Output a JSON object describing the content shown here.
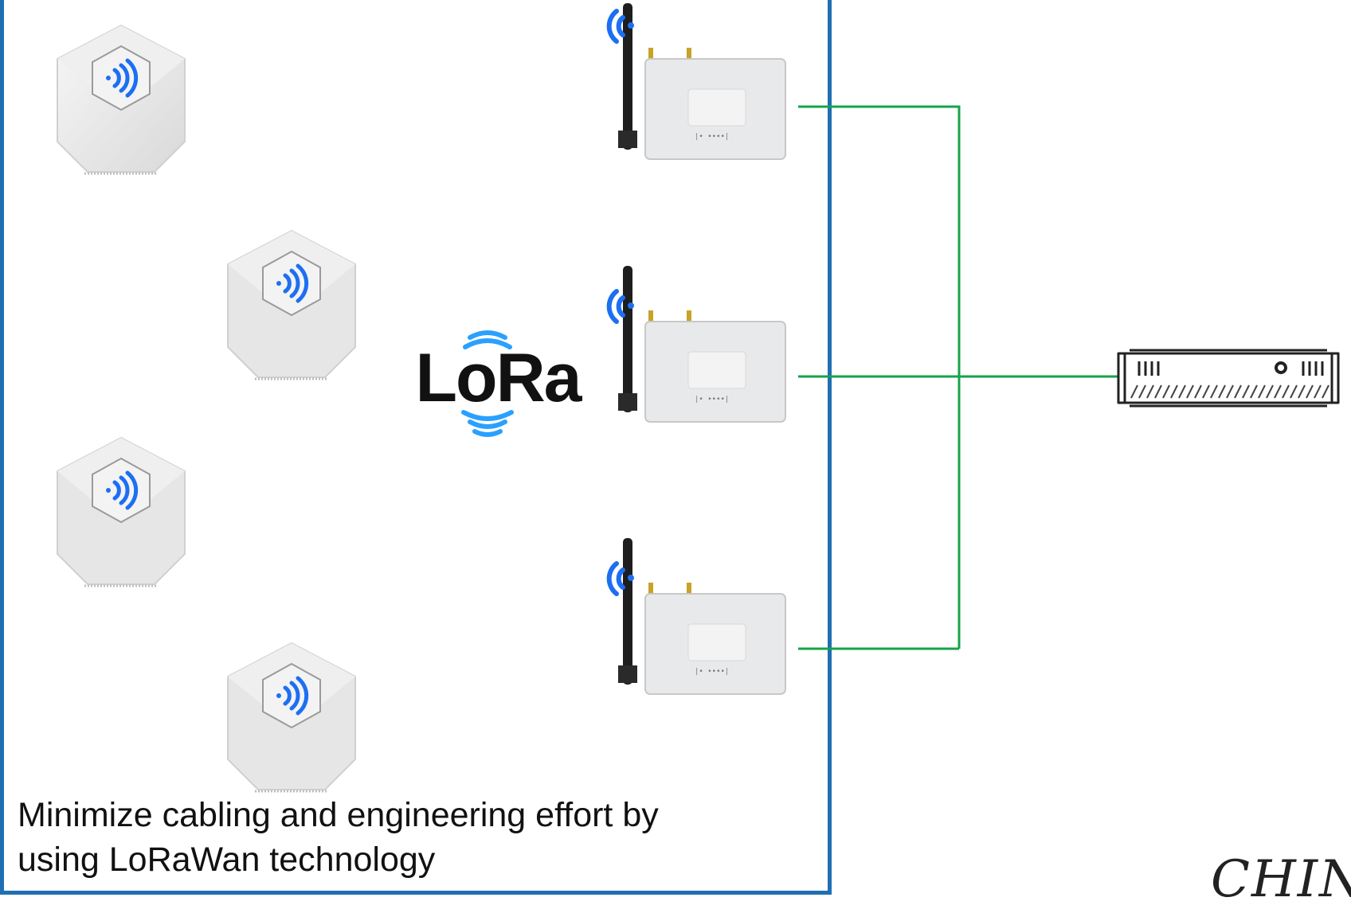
{
  "logo": {
    "text": "LoRa"
  },
  "caption": {
    "line1": "Minimize cabling and engineering effort by",
    "line2": "using LoRaWan technology"
  },
  "brand": {
    "text": "CHINO"
  },
  "colors": {
    "frame": "#1f6fb2",
    "wire": "#16a34a",
    "signal": "#1d6ff2",
    "logo_waves": "#2aa0ff"
  },
  "icons": {
    "sensor": "hexagon-lora-sensor-icon",
    "gateway": "lorawan-gateway-icon",
    "server": "rack-server-icon",
    "wireless": "wireless-signal-icon"
  }
}
